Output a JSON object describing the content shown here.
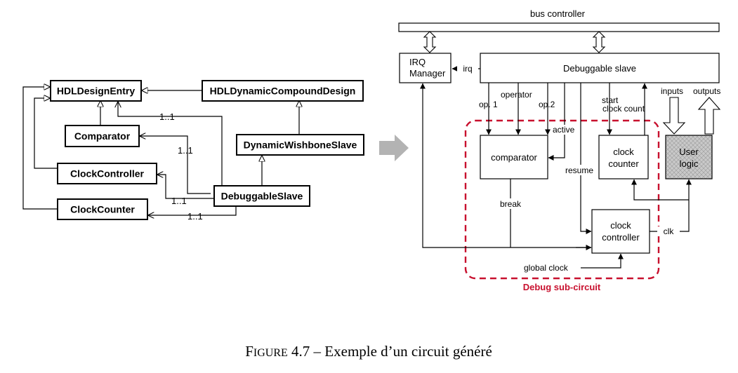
{
  "uml": {
    "hdl_design_entry": "HDLDesignEntry",
    "hdl_dynamic_compound_design": "HDLDynamicCompoundDesign",
    "comparator": "Comparator",
    "dynamic_wishbone_slave": "DynamicWishboneSlave",
    "clock_controller": "ClockController",
    "debuggable_slave": "DebuggableSlave",
    "clock_counter": "ClockCounter",
    "mult_entry": "1..1",
    "mult_comparator": "1..1",
    "mult_clockcontroller": "1..1",
    "mult_clockcounter": "1..1"
  },
  "circuit": {
    "bus_controller": "bus controller",
    "irq_line1": "IRQ",
    "irq_line2": "Manager",
    "irq_label": "irq",
    "debuggable_slave": "Debuggable slave",
    "op1": "op. 1",
    "operator": "operator",
    "op2": "op.2",
    "start": "start",
    "clock_count": "clock count",
    "inputs": "inputs",
    "outputs": "outputs",
    "active": "active",
    "comparator": "comparator",
    "clock_counter_line1": "clock",
    "clock_counter_line2": "counter",
    "user_logic_line1": "User",
    "user_logic_line2": "logic",
    "resume": "resume",
    "break": "break",
    "clock_controller_line1": "clock",
    "clock_controller_line2": "controller",
    "clk": "clk",
    "global_clock": "global clock",
    "debug_sub_circuit": "Debug sub-circuit"
  },
  "colors": {
    "debug_red": "#c8102e",
    "arrow_gray": "#b3b3b3",
    "user_logic_fill": "#c9c9c9"
  },
  "caption": {
    "figure_word_F": "F",
    "figure_word_rest": "IGURE",
    "text": " 4.7 – Exemple d’un circuit généré"
  }
}
